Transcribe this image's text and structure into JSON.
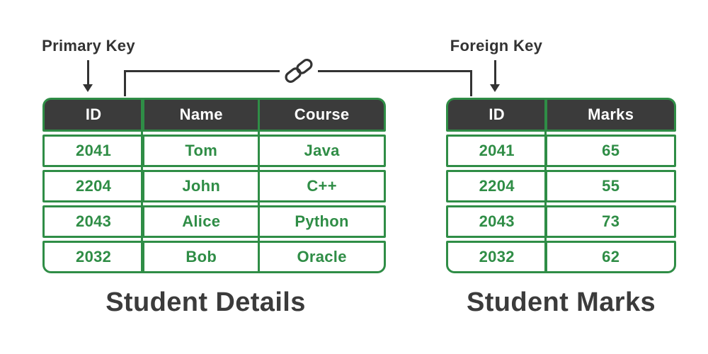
{
  "colors": {
    "green": "#2f8d46",
    "dark_header": "#3b3b3b",
    "label_text": "#333333",
    "header_text": "#ffffff",
    "background": "#ffffff"
  },
  "annotations": {
    "primary_key_label": "Primary Key",
    "foreign_key_label": "Foreign Key",
    "link_icon": "chain-link-icon"
  },
  "tables": [
    {
      "name": "student_details",
      "title": "Student Details",
      "headers": [
        "ID",
        "Name",
        "Course"
      ],
      "rows": [
        [
          "2041",
          "Tom",
          "Java"
        ],
        [
          "2204",
          "John",
          "C++"
        ],
        [
          "2043",
          "Alice",
          "Python"
        ],
        [
          "2032",
          "Bob",
          "Oracle"
        ]
      ]
    },
    {
      "name": "student_marks",
      "title": "Student Marks",
      "headers": [
        "ID",
        "Marks"
      ],
      "rows": [
        [
          "2041",
          "65"
        ],
        [
          "2204",
          "55"
        ],
        [
          "2043",
          "73"
        ],
        [
          "2032",
          "62"
        ]
      ]
    }
  ]
}
